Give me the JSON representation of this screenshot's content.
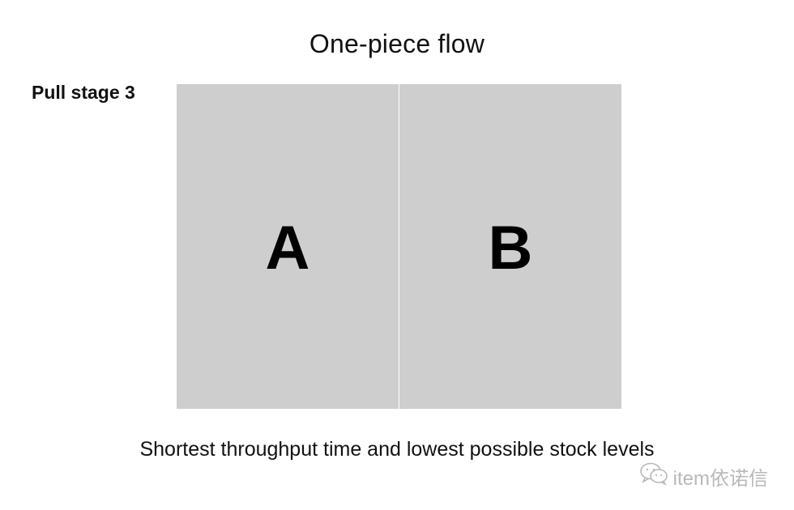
{
  "title": "One-piece flow",
  "stage_label": "Pull stage 3",
  "stations": [
    {
      "label": "A"
    },
    {
      "label": "B"
    }
  ],
  "caption": "Shortest throughput time and lowest possible stock levels",
  "watermark": {
    "icon": "wechat-icon",
    "text": "item依诺信"
  },
  "colors": {
    "station_fill": "#cecece",
    "text": "#111111",
    "watermark": "#b9b9b9"
  }
}
